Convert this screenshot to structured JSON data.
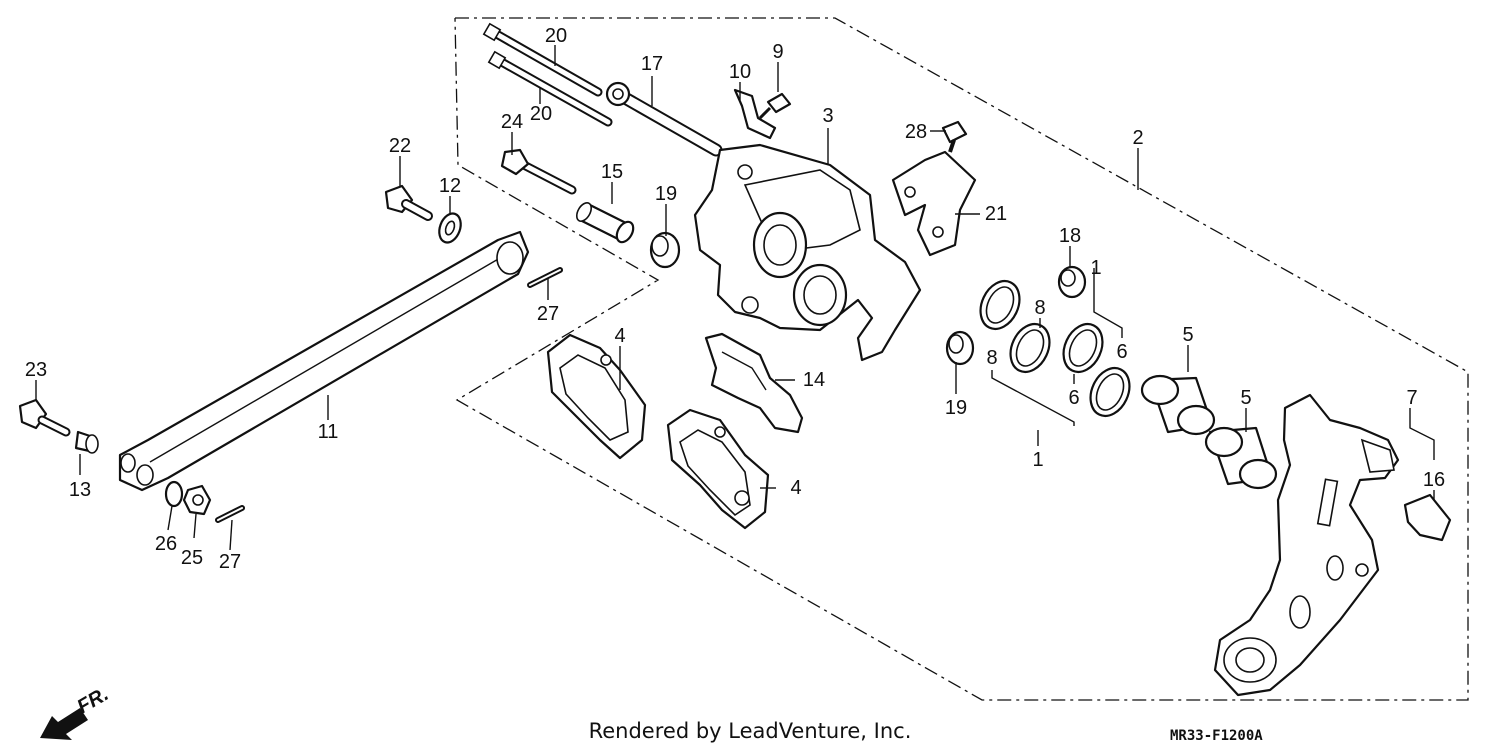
{
  "diagram": {
    "credit": "Rendered by LeadVenture, Inc.",
    "drawing_code": "MR33-F1200A",
    "direction_label": "FR.",
    "callouts": [
      "20",
      "20",
      "17",
      "10",
      "9",
      "3",
      "28",
      "2",
      "24",
      "22",
      "12",
      "15",
      "19",
      "21",
      "18",
      "1",
      "8",
      "8",
      "6",
      "5",
      "27",
      "4",
      "14",
      "19",
      "6",
      "5",
      "1",
      "7",
      "16",
      "23",
      "11",
      "13",
      "4",
      "26",
      "25",
      "27"
    ]
  }
}
